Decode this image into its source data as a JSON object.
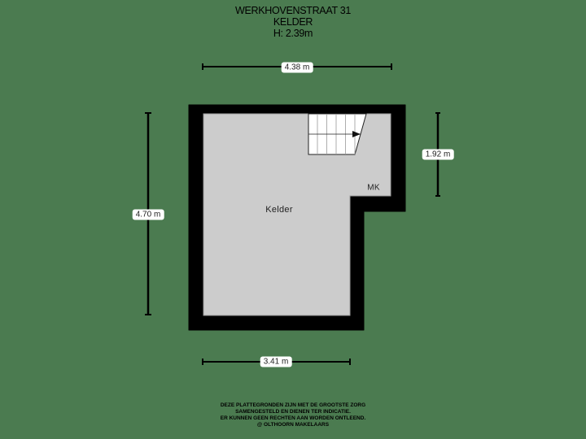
{
  "header": {
    "address": "WERKHOVENSTRAAT 31",
    "floor": "KELDER",
    "height": "H: 2.39m"
  },
  "colors": {
    "background": "#4b7b50",
    "wall": "#000000",
    "floor": "#cccccc",
    "stair": "#ffffff",
    "label_bg": "#ffffff"
  },
  "dimensions": {
    "top": "4.38 m",
    "bottom": "3.41 m",
    "left": "4.70 m",
    "right": "1.92 m"
  },
  "rooms": [
    {
      "name": "Kelder"
    },
    {
      "name": "MK"
    }
  ],
  "footer": {
    "lines": [
      "DEZE PLATTEGRONDEN ZIJN MET DE GROOTSTE ZORG",
      "SAMENGESTELD EN DIENEN TER INDICATIE.",
      "ER KUNNEN GEEN RECHTEN AAN WORDEN ONTLEEND.",
      "@ OLTHOORN MAKELAARS"
    ]
  }
}
